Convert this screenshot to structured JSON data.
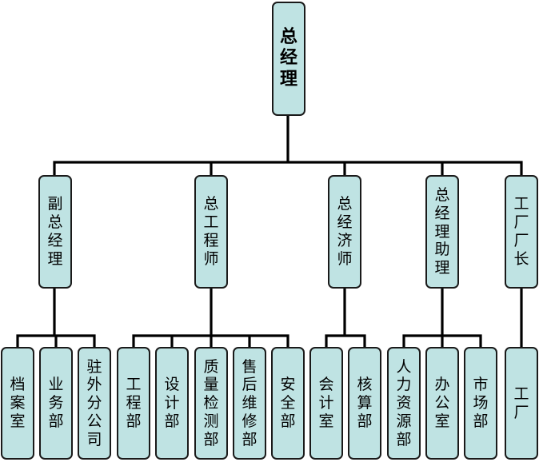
{
  "root": {
    "label": "总经理"
  },
  "deputies": [
    {
      "label": "副总经理",
      "departments": [
        "档案室",
        "业务部",
        "驻外分公司"
      ]
    },
    {
      "label": "总工程师",
      "departments": [
        "工程部",
        "设计部",
        "质量检测部",
        "售后维修部",
        "安全部"
      ]
    },
    {
      "label": "总经济师",
      "departments": [
        "会计室",
        "核算部"
      ]
    },
    {
      "label": "总经理助理",
      "departments": [
        "人力资源部",
        "办公室",
        "市场部"
      ]
    },
    {
      "label": "工厂厂长",
      "departments": [
        "工厂"
      ]
    }
  ],
  "colors": {
    "box_fill": "#bfe3e3",
    "box_border": "#1a1a1a",
    "line": "#000000"
  }
}
